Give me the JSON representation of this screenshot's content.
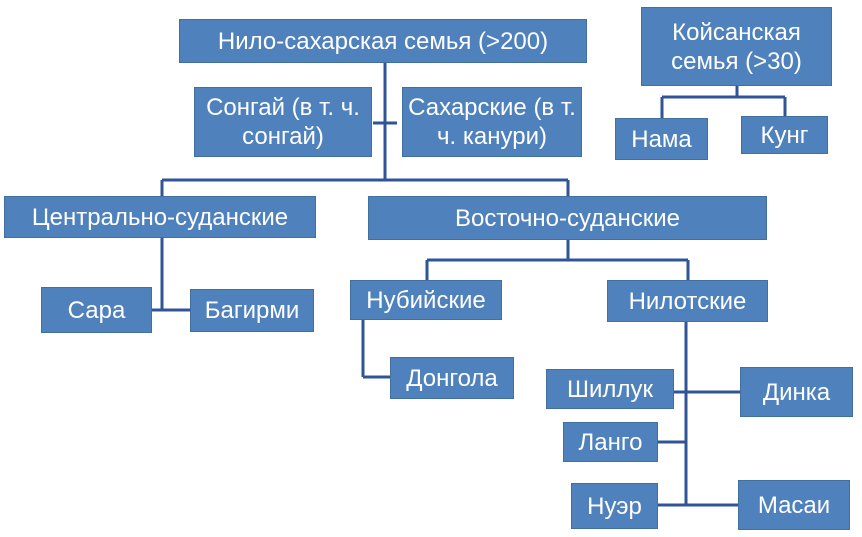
{
  "colors": {
    "box_fill": "#4f81bd",
    "box_text": "#ffffff",
    "connector": "#2f5597"
  },
  "nodes": {
    "nilo_saharan": "Нило-сахарская семья (>200)",
    "songhai": "Сонгай (в т. ч. сонгай)",
    "saharan": "Сахарские (в т. ч. канури)",
    "central_sudanic": "Центрально-суданские",
    "eastern_sudanic": "Восточно-суданские",
    "sara": "Сара",
    "bagirmi": "Багирми",
    "nubian": "Нубийские",
    "nilotic": "Нилотские",
    "dongola": "Донгола",
    "shilluk": "Шиллук",
    "dinka": "Динка",
    "lango": "Ланго",
    "nuer": "Нуэр",
    "maasai": "Масаи",
    "khoisan": "Койсанская семья (>30)",
    "nama": "Нама",
    "kung": "Кунг"
  }
}
